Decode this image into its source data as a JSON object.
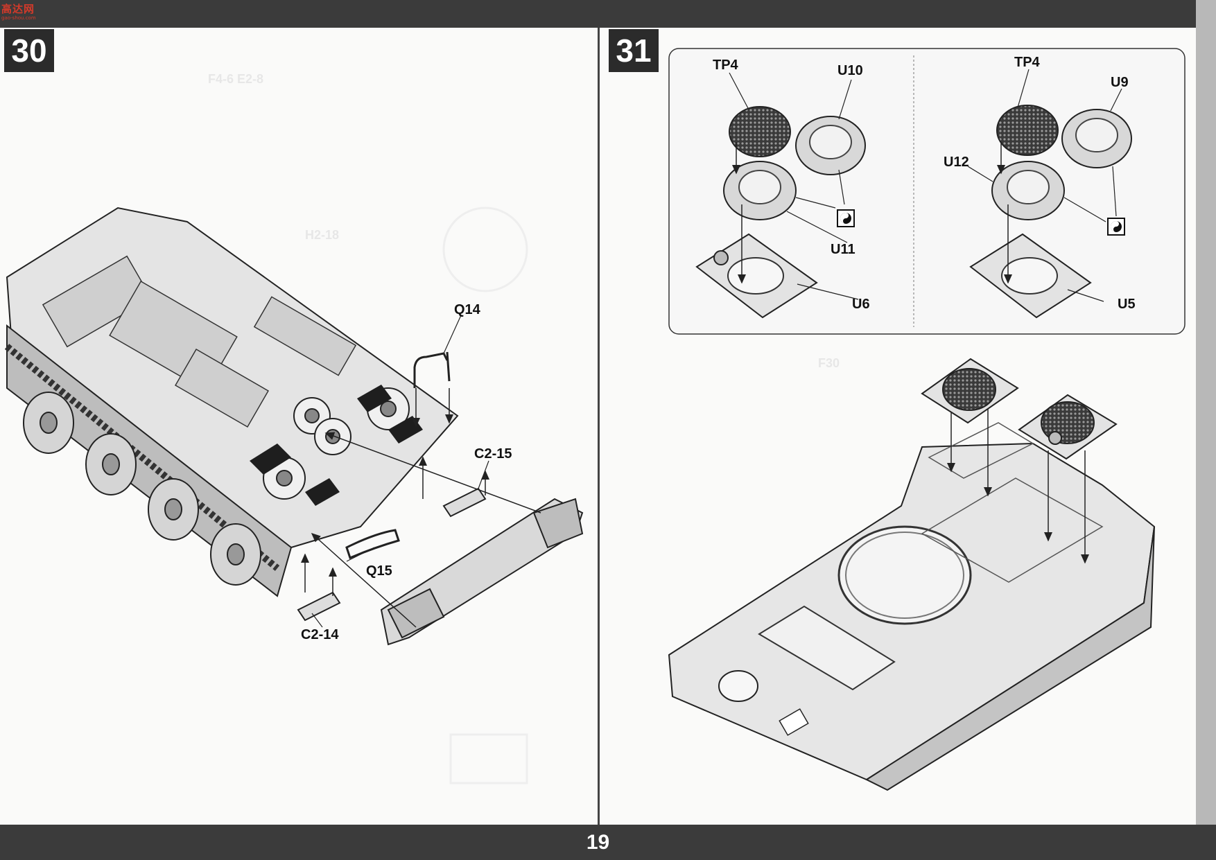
{
  "header": {
    "logo_cn": "高达网",
    "logo_en": "gao-shou.com"
  },
  "steps": {
    "left": "30",
    "right": "31"
  },
  "page_number": "19",
  "step30_labels": {
    "q14": "Q14",
    "q15": "Q15",
    "c2_15": "C2-15",
    "c2_14": "C2-14"
  },
  "step31_labels": {
    "tp4_left": "TP4",
    "u10": "U10",
    "u11": "U11",
    "u6": "U6",
    "tp4_right": "TP4",
    "u9": "U9",
    "u12": "U12",
    "u5": "U5"
  },
  "glue_icon": "cement-glue-icon"
}
